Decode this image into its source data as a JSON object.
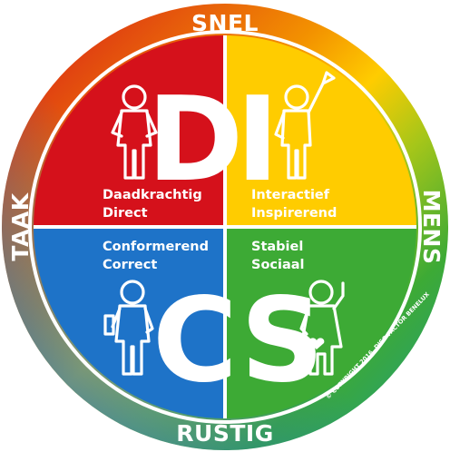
{
  "ring": {
    "top": "SNEL",
    "right": "MENS",
    "bottom": "RUSTIG",
    "left": "TAAK"
  },
  "quadrants": {
    "D": {
      "letter": "D",
      "line1": "Daadkrachtig",
      "line2": "Direct",
      "color": "#d5111b"
    },
    "I": {
      "letter": "I",
      "line1": "Interactief",
      "line2": "Inspirerend",
      "color": "#ffcc00"
    },
    "C": {
      "letter": "C",
      "line1": "Conformerend",
      "line2": "Correct",
      "color": "#1e73c8"
    },
    "S": {
      "letter": "S",
      "line1": "Stabiel",
      "line2": "Sociaal",
      "color": "#3daa35"
    }
  },
  "copyright": "© COPYRIGHT 2016, DISC-FACTOR BENELUX",
  "ring_colors": {
    "red": "#d5111b",
    "orange": "#f39200",
    "yellow": "#ffcc00",
    "lime": "#a6c619",
    "green": "#3daa35",
    "teal": "#1d9a8a",
    "blue": "#1e73c8"
  }
}
